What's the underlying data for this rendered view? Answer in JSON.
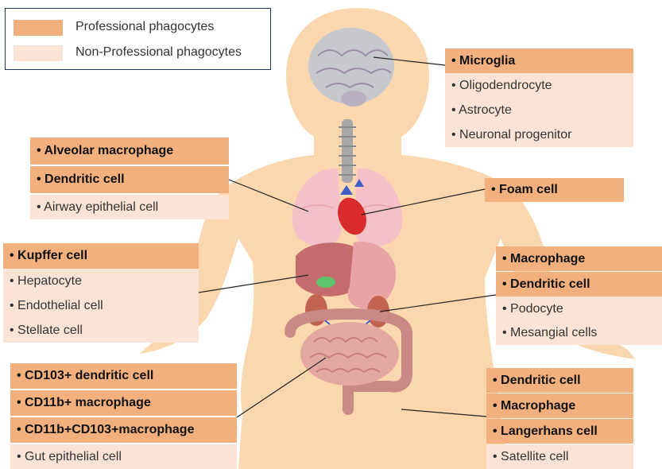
{
  "legend": {
    "professional": "Professional phagocytes",
    "non_professional": "Non-Professional phagocytes"
  },
  "colors": {
    "professional": "#f2b07f",
    "non_professional": "#fbe4d5",
    "body": "#fbd7b0",
    "legend_border": "#1f3a5f"
  },
  "groups": {
    "brain": {
      "professional": [
        "• Microglia"
      ],
      "non_professional": [
        "• Oligodendrocyte",
        "• Astrocyte",
        "• Neuronal progenitor"
      ]
    },
    "lung": {
      "professional": [
        "• Alveolar macrophage",
        "• Dendritic cell"
      ],
      "non_professional": [
        "• Airway epithelial cell"
      ]
    },
    "heart": {
      "professional": [
        "• Foam cell"
      ],
      "non_professional": []
    },
    "liver": {
      "professional": [
        "• Kupffer cell"
      ],
      "non_professional": [
        "• Hepatocyte",
        "• Endothelial cell",
        "• Stellate cell"
      ]
    },
    "kidney": {
      "professional": [
        "• Macrophage",
        "• Dendritic cell"
      ],
      "non_professional": [
        "• Podocyte",
        "• Mesangial cells"
      ]
    },
    "gut": {
      "professional": [
        "• CD103+ dendritic cell",
        "• CD11b+ macrophage",
        "• CD11b+CD103+macrophage"
      ],
      "non_professional": [
        "• Gut epithelial cell"
      ]
    },
    "skin": {
      "professional": [
        "• Dendritic cell",
        "• Macrophage",
        "• Langerhans cell"
      ],
      "non_professional": [
        "• Satellite cell"
      ]
    }
  }
}
